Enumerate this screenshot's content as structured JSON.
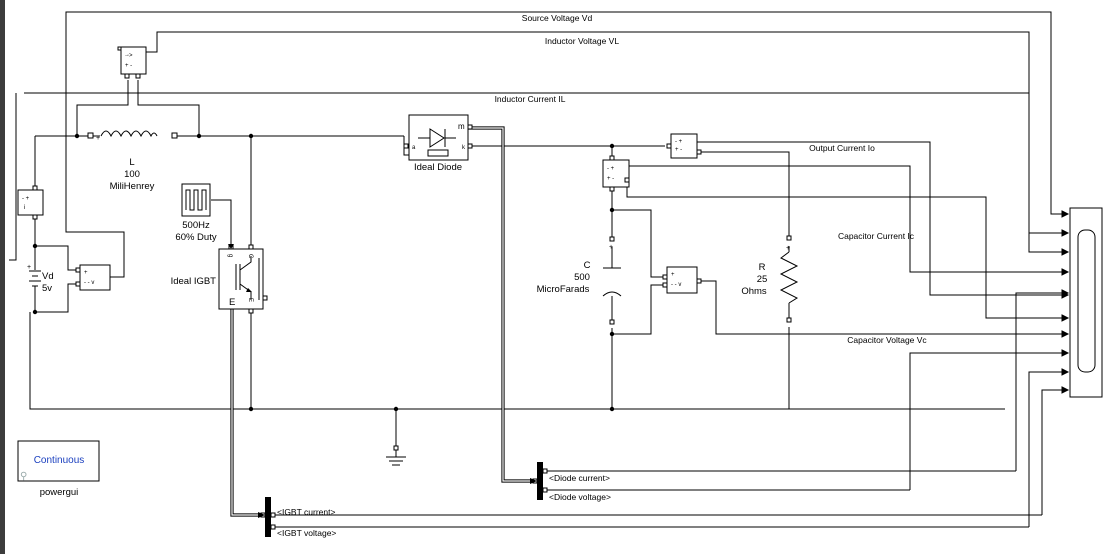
{
  "signals": {
    "source_voltage": "Source Voltage Vd",
    "inductor_voltage": "Inductor Voltage VL",
    "inductor_current": "Inductor Current IL",
    "output_current": "Output Current Io",
    "capacitor_current": "Capacitor Current Ic",
    "capacitor_voltage": "Capacitor Voltage Vc",
    "diode_current": "<Diode current>",
    "diode_voltage": "<Diode voltage>",
    "igbt_current": "<IGBT current>",
    "igbt_voltage": "<IGBT voltage>"
  },
  "blocks": {
    "inductor": {
      "name": "L",
      "value": "100",
      "unit": "MiliHenrey"
    },
    "capacitor": {
      "name": "C",
      "value": "500",
      "unit": "MicroFarads"
    },
    "resistor": {
      "name": "R",
      "value": "25",
      "unit": "Ohms"
    },
    "source": {
      "name": "Vd",
      "value": "5v"
    },
    "pulse": {
      "freq": "500Hz",
      "duty": "60% Duty"
    },
    "igbt": {
      "name": "Ideal IGBT",
      "port_g": "g",
      "port_c": "C",
      "port_e_left": "E",
      "port_e": "E"
    },
    "diode": {
      "name": "Ideal Diode",
      "port_m": "m"
    },
    "powergui": {
      "mode": "Continuous",
      "name": "powergui"
    }
  },
  "colors": {
    "powergui_text": "#1a3fbf",
    "wire": "#000000"
  }
}
